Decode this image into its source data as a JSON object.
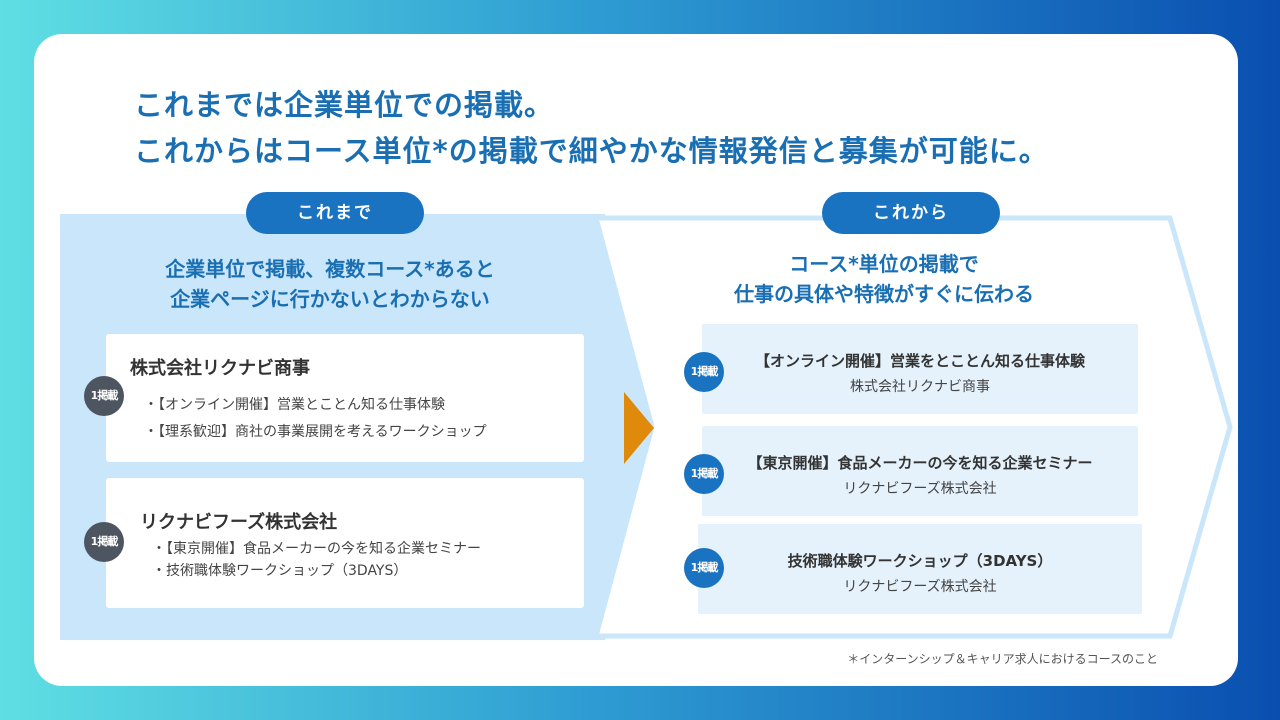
{
  "headline": {
    "line1": "これまでは企業単位での掲載。",
    "line2": "これからはコース単位*の掲載で細やかな情報発信と募集が可能に。"
  },
  "before": {
    "label": "これまで",
    "heading_line1": "企業単位で掲載、複数コース*あると",
    "heading_line2": "企業ページに行かないとわからない",
    "companies": [
      {
        "badge": "1掲載",
        "name": "株式会社リクナビ商事",
        "courses": [
          "・【オンライン開催】営業とことん知る仕事体験",
          "・【理系歓迎】商社の事業展開を考えるワークショップ"
        ]
      },
      {
        "badge": "1掲載",
        "name": "リクナビフーズ株式会社",
        "courses": [
          "・【東京開催】食品メーカーの今を知る企業セミナー",
          "・技術職体験ワークショップ（3DAYS）"
        ]
      }
    ]
  },
  "after": {
    "label": "これから",
    "heading_line1": "コース*単位の掲載で",
    "heading_line2": "仕事の具体や特徴がすぐに伝わる",
    "courses": [
      {
        "badge": "1掲載",
        "title": "【オンライン開催】営業をとことん知る仕事体験",
        "company": "株式会社リクナビ商事"
      },
      {
        "badge": "1掲載",
        "title": "【東京開催】食品メーカーの今を知る企業セミナー",
        "company": "リクナビフーズ株式会社"
      },
      {
        "badge": "1掲載",
        "title": "技術職体験ワークショップ（3DAYS）",
        "company": "リクナビフーズ株式会社"
      }
    ]
  },
  "footnote": "＊インターンシップ＆キャリア求人におけるコースのこと",
  "colors": {
    "primary": "#1a73c1",
    "heading": "#1a6fb3",
    "left_panel": "#c9e6fa",
    "right_outline": "#c9e6fa",
    "card_bg": "#e5f2fc",
    "arrow": "#e08a0b",
    "badge_dark": "#4d5560"
  }
}
